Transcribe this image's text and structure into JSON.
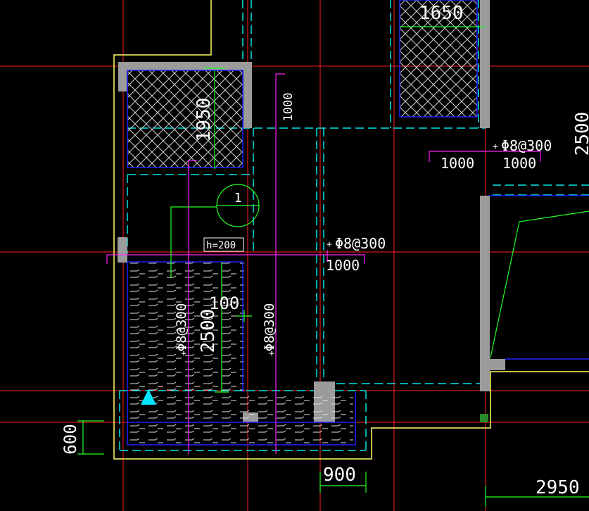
{
  "colors": {
    "background": "#000000",
    "axis": "#ff2020",
    "dashed": "#00e5e5",
    "wall": "#9b9b9b",
    "outline": "#ffff66",
    "beam": "#2020ff",
    "rebar": "#ff22ff",
    "dimension": "#22ff22",
    "text": "#ffffff",
    "marker": "#00e5ff"
  },
  "labels": {
    "dim_1650": "1650",
    "dim_1950": "1950",
    "dim_2500_right": "2500",
    "dim_1000_vertical": "1000",
    "rebar_top_right": "Φ8@300",
    "dim_1000_a": "1000",
    "dim_1000_b": "1000",
    "section_mark": "1",
    "slab_thickness": "h=200",
    "rebar_middle": "Φ8@300",
    "dim_1000_middle": "1000",
    "dim_100": "100",
    "rebar_left_vertical": "Φ8@300",
    "dim_2500_vertical": "2500",
    "rebar_right_vertical": "Φ8@300",
    "dim_600": "600",
    "dim_900": "900",
    "dim_2950": "2950"
  }
}
